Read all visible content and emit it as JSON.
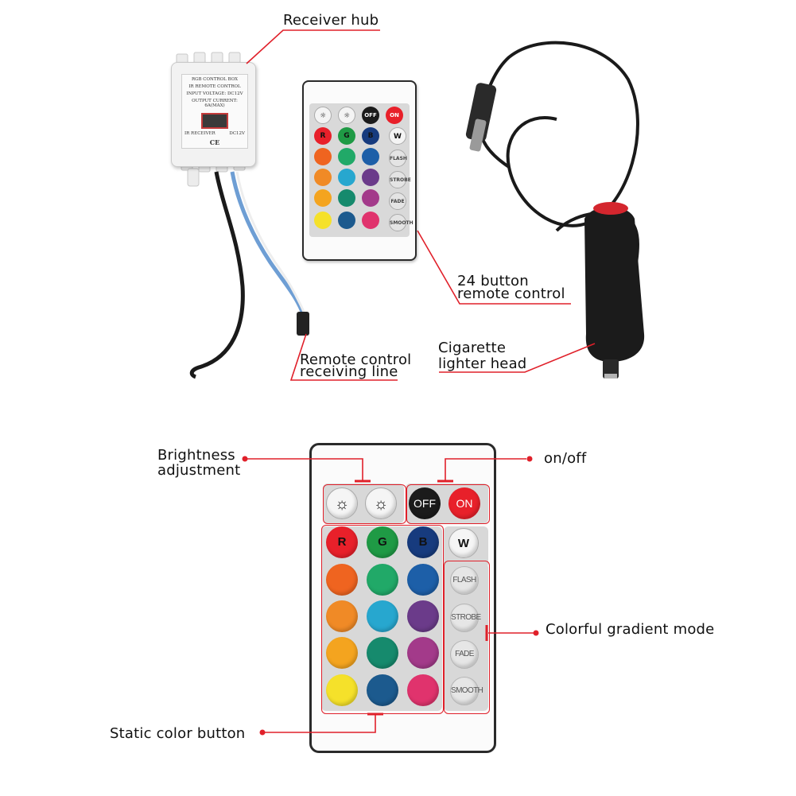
{
  "labels": {
    "receiver_hub": "Receiver hub",
    "remote_24": [
      "24 button",
      "remote control"
    ],
    "receiving_line": [
      "Remote control",
      "receiving line"
    ],
    "cigarette": [
      "Cigarette",
      "lighter head"
    ],
    "brightness": [
      "Brightness",
      "adjustment"
    ],
    "onoff": "on/off",
    "gradient": "Colorful gradient mode",
    "static": "Static color button"
  },
  "hub_label": [
    "RGB CONTROL BOX",
    "IR REMOTE CONTROL",
    "INPUT VOLTAGE: DC12V",
    "OUTPUT CURRENT: 6A(MAX)",
    "IR RECEIVER",
    "DC12V",
    "CE"
  ],
  "buttons": {
    "off": "OFF",
    "on": "ON",
    "r": "R",
    "g": "G",
    "b": "B",
    "w": "W",
    "flash": "FLASH",
    "strobe": "STROBE",
    "fade": "FADE",
    "smooth": "SMOOTH"
  },
  "colors": {
    "accent": "#e0202a",
    "rows": [
      [
        "#e8202a",
        "#1f9a45",
        "#173b7e"
      ],
      [
        "#ef6420",
        "#21a968",
        "#1d5fa8"
      ],
      [
        "#f08a26",
        "#27a7cf",
        "#6b3b8a"
      ],
      [
        "#f4a41f",
        "#168a6d",
        "#a33a8a"
      ],
      [
        "#f5e12a",
        "#1c5a8e",
        "#e0336d"
      ]
    ]
  }
}
